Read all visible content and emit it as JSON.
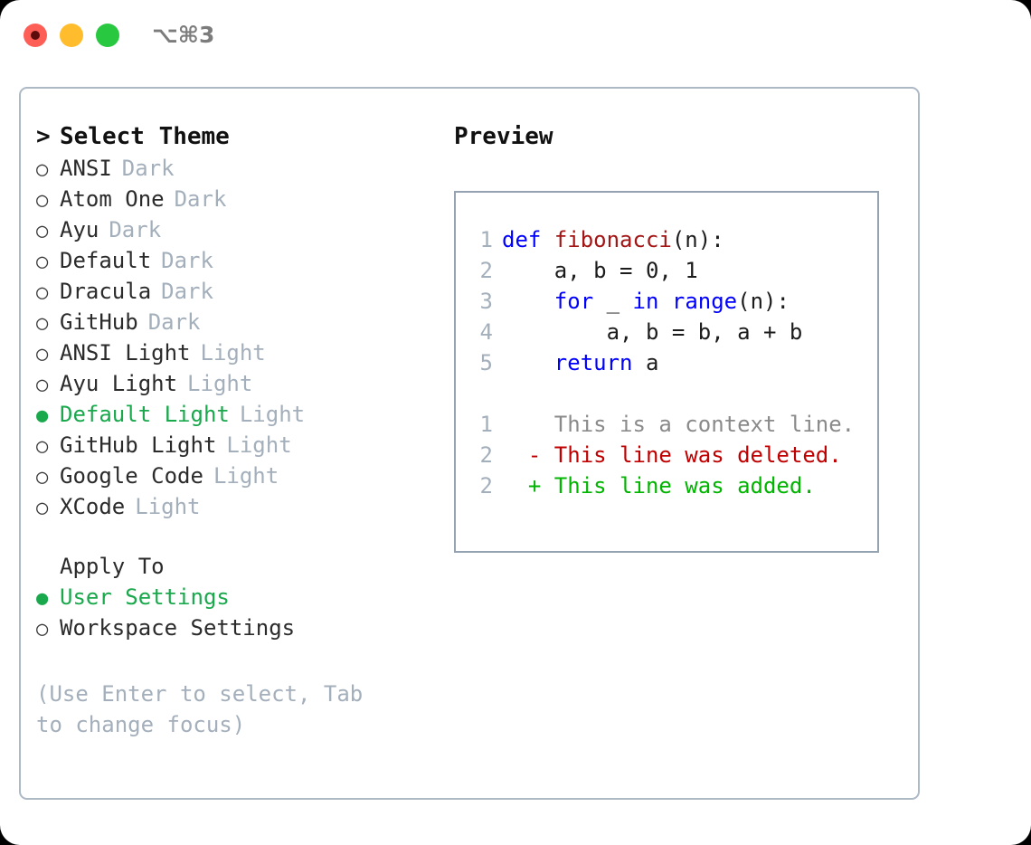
{
  "window": {
    "traffic_lights": [
      "close-red",
      "minimize-yellow",
      "maximize-green"
    ],
    "shortcut": "⌥⌘3"
  },
  "theme_picker": {
    "header": "Select Theme",
    "header_caret": ">",
    "bullet_unselected": "○",
    "bullet_selected": "●",
    "items": [
      {
        "name": "ANSI",
        "kind": "Dark",
        "selected": false
      },
      {
        "name": "Atom One",
        "kind": "Dark",
        "selected": false
      },
      {
        "name": "Ayu",
        "kind": "Dark",
        "selected": false
      },
      {
        "name": "Default",
        "kind": "Dark",
        "selected": false
      },
      {
        "name": "Dracula",
        "kind": "Dark",
        "selected": false
      },
      {
        "name": "GitHub",
        "kind": "Dark",
        "selected": false
      },
      {
        "name": "ANSI Light",
        "kind": "Light",
        "selected": false
      },
      {
        "name": "Ayu Light",
        "kind": "Light",
        "selected": false
      },
      {
        "name": "Default Light",
        "kind": "Light",
        "selected": true
      },
      {
        "name": "GitHub Light",
        "kind": "Light",
        "selected": false
      },
      {
        "name": "Google Code",
        "kind": "Light",
        "selected": false
      },
      {
        "name": "XCode",
        "kind": "Light",
        "selected": false
      }
    ]
  },
  "apply_to": {
    "header": "Apply To",
    "options": [
      {
        "name": "User Settings",
        "selected": true
      },
      {
        "name": "Workspace Settings",
        "selected": false
      }
    ]
  },
  "hint": "(Use Enter to select, Tab to change focus)",
  "preview": {
    "title": "Preview",
    "code_lines": [
      {
        "no": "1",
        "indent": 0,
        "tokens": [
          {
            "t": "def",
            "c": "kw"
          },
          {
            "t": " ",
            "c": "plain"
          },
          {
            "t": "fibonacci",
            "c": "fn"
          },
          {
            "t": "(n):",
            "c": "plain"
          }
        ]
      },
      {
        "no": "2",
        "indent": 1,
        "tokens": [
          {
            "t": "a, b = 0, 1",
            "c": "plain"
          }
        ]
      },
      {
        "no": "3",
        "indent": 1,
        "tokens": [
          {
            "t": "for",
            "c": "kw"
          },
          {
            "t": " _ ",
            "c": "plain"
          },
          {
            "t": "in",
            "c": "kw"
          },
          {
            "t": " ",
            "c": "plain"
          },
          {
            "t": "range",
            "c": "kw"
          },
          {
            "t": "(n):",
            "c": "plain"
          }
        ]
      },
      {
        "no": "4",
        "indent": 2,
        "tokens": [
          {
            "t": "a, b = b, a + b",
            "c": "plain"
          }
        ]
      },
      {
        "no": "5",
        "indent": 1,
        "tokens": [
          {
            "t": "return",
            "c": "kw"
          },
          {
            "t": " a",
            "c": "plain"
          }
        ]
      }
    ],
    "diff_lines": [
      {
        "no": "1",
        "marker": " ",
        "text": "This is a context line.",
        "kind": "ctx"
      },
      {
        "no": "2",
        "marker": "-",
        "text": "This line was deleted.",
        "kind": "del"
      },
      {
        "no": "2",
        "marker": "+",
        "text": "This line was added.",
        "kind": "add"
      }
    ]
  },
  "colors": {
    "accent_green": "#19a84c",
    "muted_gray": "#a4afbc",
    "keyword_blue": "#0000ff",
    "function_red": "#a31515",
    "diff_delete": "#c00000",
    "diff_add": "#00b400",
    "panel_border": "#aeb9c6",
    "preview_border": "#94a2b2",
    "traffic_red": "#fd5f57",
    "traffic_yellow": "#ffbd2e",
    "traffic_green": "#28c840"
  }
}
